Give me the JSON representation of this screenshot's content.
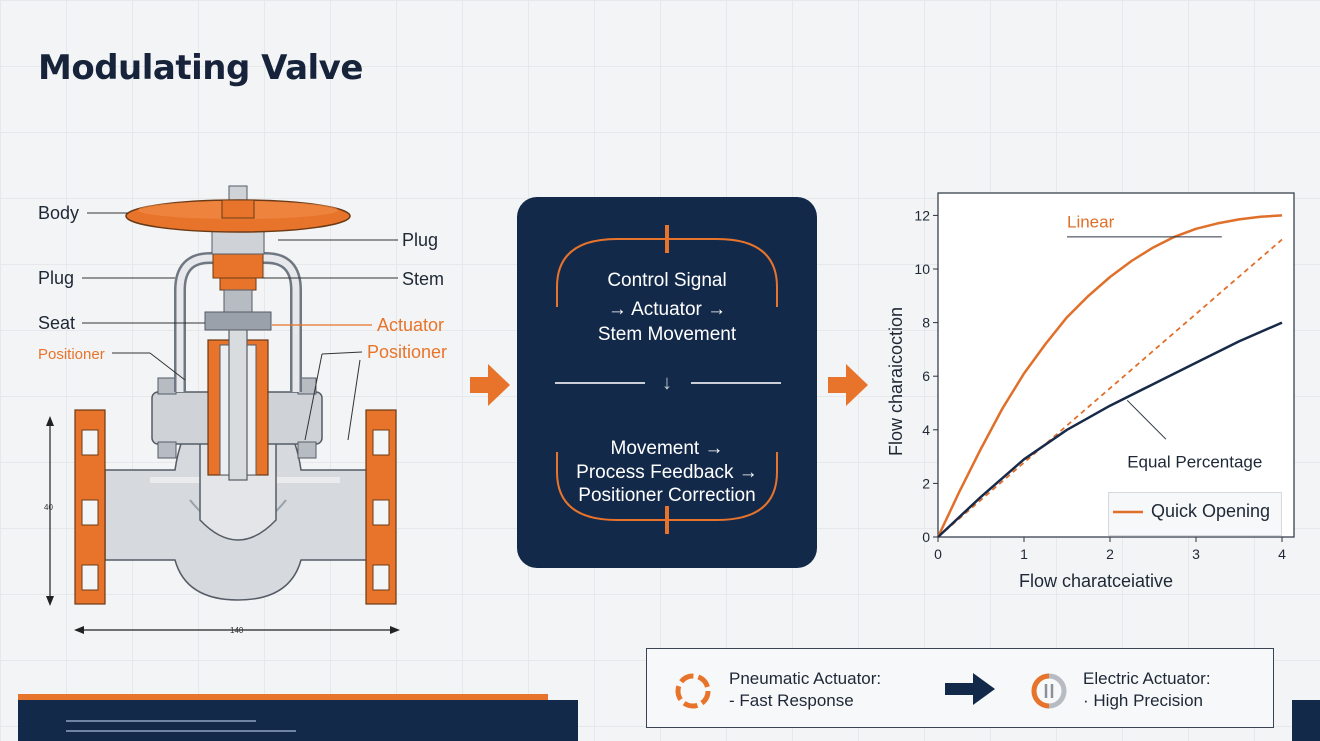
{
  "title": "Modulating Valve",
  "valve_labels": {
    "body": "Body",
    "plug_right": "Plug",
    "plug_left": "Plug",
    "stem": "Stem",
    "seat": "Seat",
    "actuator": "Actuator",
    "positioner_left": "Positioner",
    "positioner_right": "Positioner",
    "dim_vertical": "40",
    "dim_horizontal": "140"
  },
  "control_loop": {
    "top_line1": "Control Signal",
    "top_line2": "→ Actuator →",
    "top_line3": "Stem Movement",
    "bottom_line1": "Movement →",
    "bottom_line2": "Process Feedback →",
    "bottom_line3": "Positioner Correction",
    "middle_arrow": "↓"
  },
  "chart_data": {
    "type": "line",
    "xlabel": "Flow charatceiative",
    "ylabel": "Flow charaicoction",
    "x_ticks": [
      "0",
      "1",
      "2",
      "3",
      "4"
    ],
    "y_ticks": [
      "0",
      "2",
      "4",
      "6",
      "8",
      "10",
      "12"
    ],
    "xlim": [
      0,
      4
    ],
    "ylim": [
      0,
      12.5
    ],
    "annotations": [
      "Linear",
      "Equal Percentage"
    ],
    "legend": [
      "Quick Opening"
    ],
    "series": [
      {
        "name": "Linear",
        "style": "solid",
        "color": "#e06f2a",
        "x": [
          0,
          0.25,
          0.5,
          0.75,
          1.0,
          1.25,
          1.5,
          1.75,
          2.0,
          2.25,
          2.5,
          2.75,
          3.0,
          3.25,
          3.5,
          3.75,
          4.0
        ],
        "y": [
          0,
          1.7,
          3.3,
          4.8,
          6.1,
          7.2,
          8.2,
          9.0,
          9.7,
          10.3,
          10.8,
          11.2,
          11.5,
          11.7,
          11.85,
          11.95,
          12.0
        ]
      },
      {
        "name": "Quick Opening",
        "style": "dashed",
        "color": "#e06f2a",
        "x": [
          0,
          4.0
        ],
        "y": [
          0,
          11.1
        ]
      },
      {
        "name": "Equal Percentage",
        "style": "solid",
        "color": "#172a4a",
        "x": [
          0,
          0.5,
          1.0,
          1.5,
          2.0,
          2.5,
          3.0,
          3.5,
          4.0
        ],
        "y": [
          0,
          1.5,
          2.9,
          4.0,
          4.9,
          5.7,
          6.5,
          7.3,
          8.0
        ]
      }
    ]
  },
  "actuators": {
    "pneumatic_line1": "Pneumatic Actuator:",
    "pneumatic_line2": "- Fast Response",
    "electric_line1": "Electric Actuator:",
    "electric_line2": "· High Precision"
  },
  "colors": {
    "accent": "#e8742b",
    "navy": "#13294a",
    "steel": "#c8ccd1"
  }
}
